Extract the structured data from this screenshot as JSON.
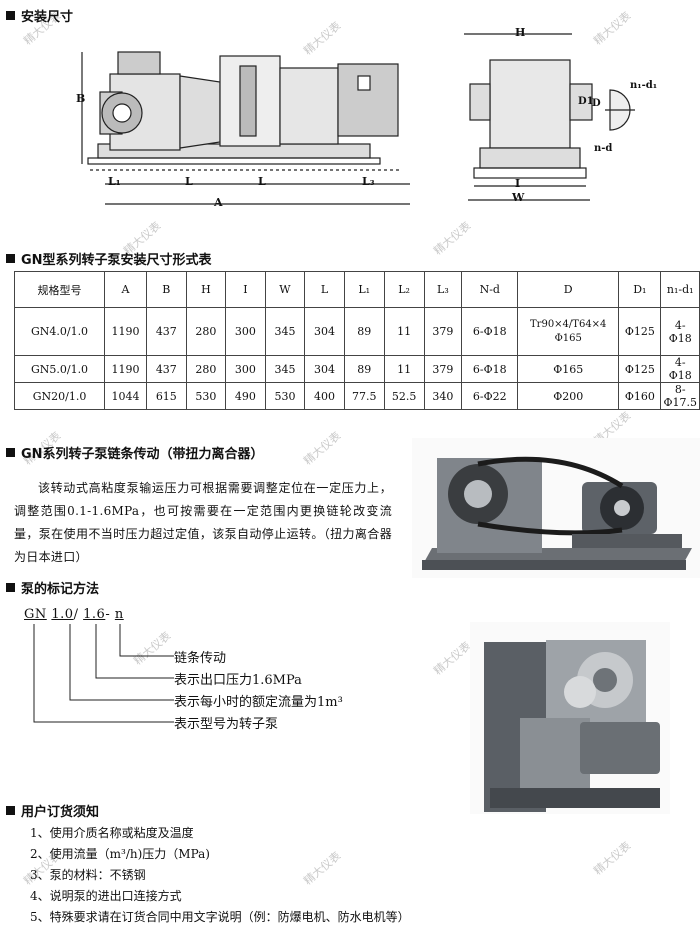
{
  "sections": {
    "install": "安装尺寸",
    "table": "GN型系列转子泵安装尺寸形式表",
    "chain": "GN系列转子泵链条传动（带扭力离合器）",
    "marking": "泵的标记方法",
    "order": "用户订货须知"
  },
  "drawing_labels": {
    "B": "B",
    "L1": "L₁",
    "L": "L",
    "L_2": "L",
    "L3": "L₃",
    "A": "A",
    "H": "H",
    "I": "I",
    "W": "W",
    "nd1": "n₁-d₁",
    "D1": "D1",
    "D": "D",
    "nd": "n-d"
  },
  "table": {
    "headers": [
      "规格型号",
      "A",
      "B",
      "H",
      "I",
      "W",
      "L",
      "L₁",
      "L₂",
      "L₃",
      "N-d",
      "D",
      "D₁",
      "n₁-d₁"
    ],
    "rows": [
      [
        "GN4.0/1.0",
        "1190",
        "437",
        "280",
        "300",
        "345",
        "304",
        "89",
        "11",
        "379",
        "6-Φ18",
        "Tr90×4/T64×4 Φ165",
        "Φ125",
        "4-Φ18"
      ],
      [
        "GN5.0/1.0",
        "1190",
        "437",
        "280",
        "300",
        "345",
        "304",
        "89",
        "11",
        "379",
        "6-Φ18",
        "Φ165",
        "Φ125",
        "4-Φ18"
      ],
      [
        "GN20/1.0",
        "1044",
        "615",
        "530",
        "490",
        "530",
        "400",
        "77.5",
        "52.5",
        "340",
        "6-Φ22",
        "Φ200",
        "Φ160",
        "8-Φ17.5"
      ]
    ]
  },
  "chain_text": "该转动式高粘度泵输运压力可根据需要调整定位在一定压力上，调整范围0.1-1.6MPa，也可按需要在一定范围内更换链轮改变流量，泵在使用不当时压力超过定值，该泵自动停止运转。（扭力离合器为日本进口）",
  "marking": {
    "code_gn": "GN",
    "code_flow": "1.0",
    "code_sep1": "/",
    "code_press": "1.6",
    "code_sep2": "-",
    "code_n": "n",
    "legend": [
      "链条传动",
      "表示出口压力1.6MPa",
      "表示每小时的额定流量为1m³",
      "表示型号为转子泵"
    ]
  },
  "order_notes": [
    "1、使用介质名称或粘度及温度",
    "2、使用流量（m³/h)压力（MPa)",
    "3、泵的材料：不锈钢",
    "4、说明泵的进出口连接方式",
    "5、特殊要求请在订货合同中用文字说明（例：防爆电机、防水电机等）"
  ],
  "watermark": "精大仪表"
}
